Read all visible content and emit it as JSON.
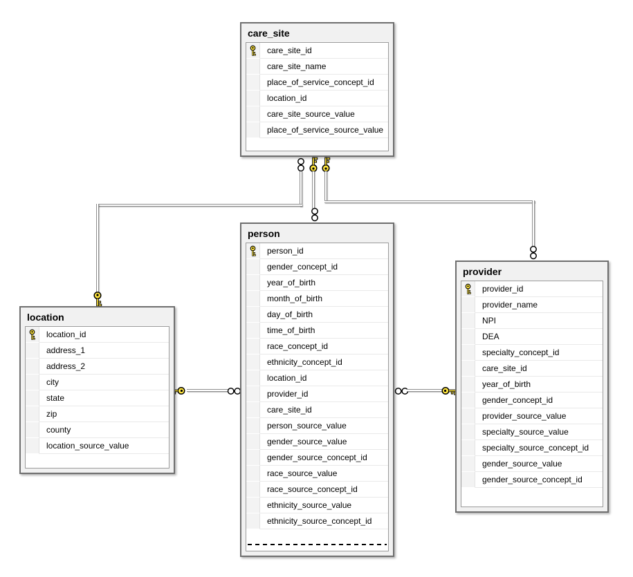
{
  "diagram": {
    "type": "database-entity-relationship-diagram",
    "colors": {
      "table_background": "#f1f1f1",
      "table_border": "#6e6e6e",
      "panel_background": "#ffffff",
      "row_separator": "#e9e9e9",
      "connector_line": "#8e8e8e",
      "key_yellow": "#ffe53e"
    }
  },
  "tables": [
    {
      "name": "care_site",
      "columns": [
        {
          "name": "care_site_id",
          "pk": true
        },
        {
          "name": "care_site_name",
          "pk": false
        },
        {
          "name": "place_of_service_concept_id",
          "pk": false
        },
        {
          "name": "location_id",
          "pk": false
        },
        {
          "name": "care_site_source_value",
          "pk": false
        },
        {
          "name": "place_of_service_source_value",
          "pk": false
        }
      ]
    },
    {
      "name": "person",
      "columns": [
        {
          "name": "person_id",
          "pk": true
        },
        {
          "name": "gender_concept_id",
          "pk": false
        },
        {
          "name": "year_of_birth",
          "pk": false
        },
        {
          "name": "month_of_birth",
          "pk": false
        },
        {
          "name": "day_of_birth",
          "pk": false
        },
        {
          "name": "time_of_birth",
          "pk": false
        },
        {
          "name": "race_concept_id",
          "pk": false
        },
        {
          "name": "ethnicity_concept_id",
          "pk": false
        },
        {
          "name": "location_id",
          "pk": false
        },
        {
          "name": "provider_id",
          "pk": false
        },
        {
          "name": "care_site_id",
          "pk": false
        },
        {
          "name": "person_source_value",
          "pk": false
        },
        {
          "name": "gender_source_value",
          "pk": false
        },
        {
          "name": "gender_source_concept_id",
          "pk": false
        },
        {
          "name": "race_source_value",
          "pk": false
        },
        {
          "name": "race_source_concept_id",
          "pk": false
        },
        {
          "name": "ethnicity_source_value",
          "pk": false
        },
        {
          "name": "ethnicity_source_concept_id",
          "pk": false
        }
      ],
      "truncated": true
    },
    {
      "name": "location",
      "columns": [
        {
          "name": "location_id",
          "pk": true
        },
        {
          "name": "address_1",
          "pk": false
        },
        {
          "name": "address_2",
          "pk": false
        },
        {
          "name": "city",
          "pk": false
        },
        {
          "name": "state",
          "pk": false
        },
        {
          "name": "zip",
          "pk": false
        },
        {
          "name": "county",
          "pk": false
        },
        {
          "name": "location_source_value",
          "pk": false
        }
      ]
    },
    {
      "name": "provider",
      "columns": [
        {
          "name": "provider_id",
          "pk": true
        },
        {
          "name": "provider_name",
          "pk": false
        },
        {
          "name": "NPI",
          "pk": false
        },
        {
          "name": "DEA",
          "pk": false
        },
        {
          "name": "specialty_concept_id",
          "pk": false
        },
        {
          "name": "care_site_id",
          "pk": false
        },
        {
          "name": "year_of_birth",
          "pk": false
        },
        {
          "name": "gender_concept_id",
          "pk": false
        },
        {
          "name": "provider_source_value",
          "pk": false
        },
        {
          "name": "specialty_source_value",
          "pk": false
        },
        {
          "name": "specialty_source_concept_id",
          "pk": false
        },
        {
          "name": "gender_source_value",
          "pk": false
        },
        {
          "name": "gender_source_concept_id",
          "pk": false
        }
      ]
    }
  ],
  "relationships": [
    {
      "many_end": "care_site",
      "one_end": "location"
    },
    {
      "many_end": "person",
      "one_end": "care_site"
    },
    {
      "many_end": "provider",
      "one_end": "care_site"
    },
    {
      "many_end": "person",
      "one_end": "location"
    },
    {
      "many_end": "person",
      "one_end": "provider"
    }
  ]
}
